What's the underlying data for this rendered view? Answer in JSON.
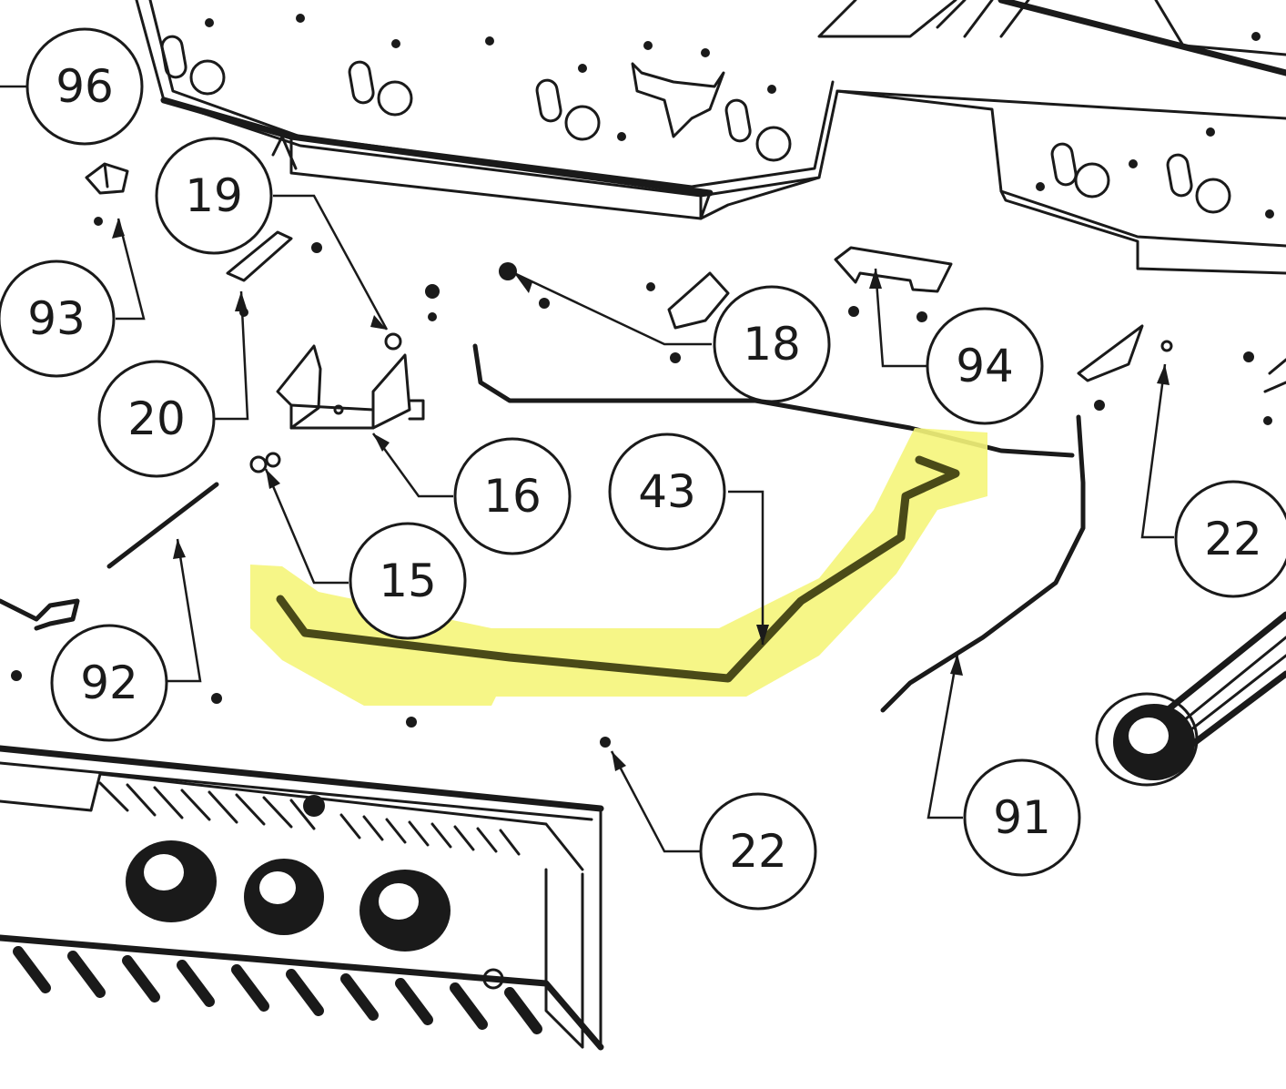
{
  "diagram": {
    "highlight_color": "#f5f57a",
    "line_color": "#1a1a1a",
    "callouts": [
      {
        "id": "96",
        "label": "96"
      },
      {
        "id": "19",
        "label": "19"
      },
      {
        "id": "93",
        "label": "93"
      },
      {
        "id": "20",
        "label": "20"
      },
      {
        "id": "16",
        "label": "16"
      },
      {
        "id": "18",
        "label": "18"
      },
      {
        "id": "94",
        "label": "94"
      },
      {
        "id": "43",
        "label": "43"
      },
      {
        "id": "15",
        "label": "15"
      },
      {
        "id": "22a",
        "label": "22"
      },
      {
        "id": "92",
        "label": "92"
      },
      {
        "id": "22b",
        "label": "22"
      },
      {
        "id": "91",
        "label": "91"
      }
    ],
    "highlighted_part": "43"
  }
}
